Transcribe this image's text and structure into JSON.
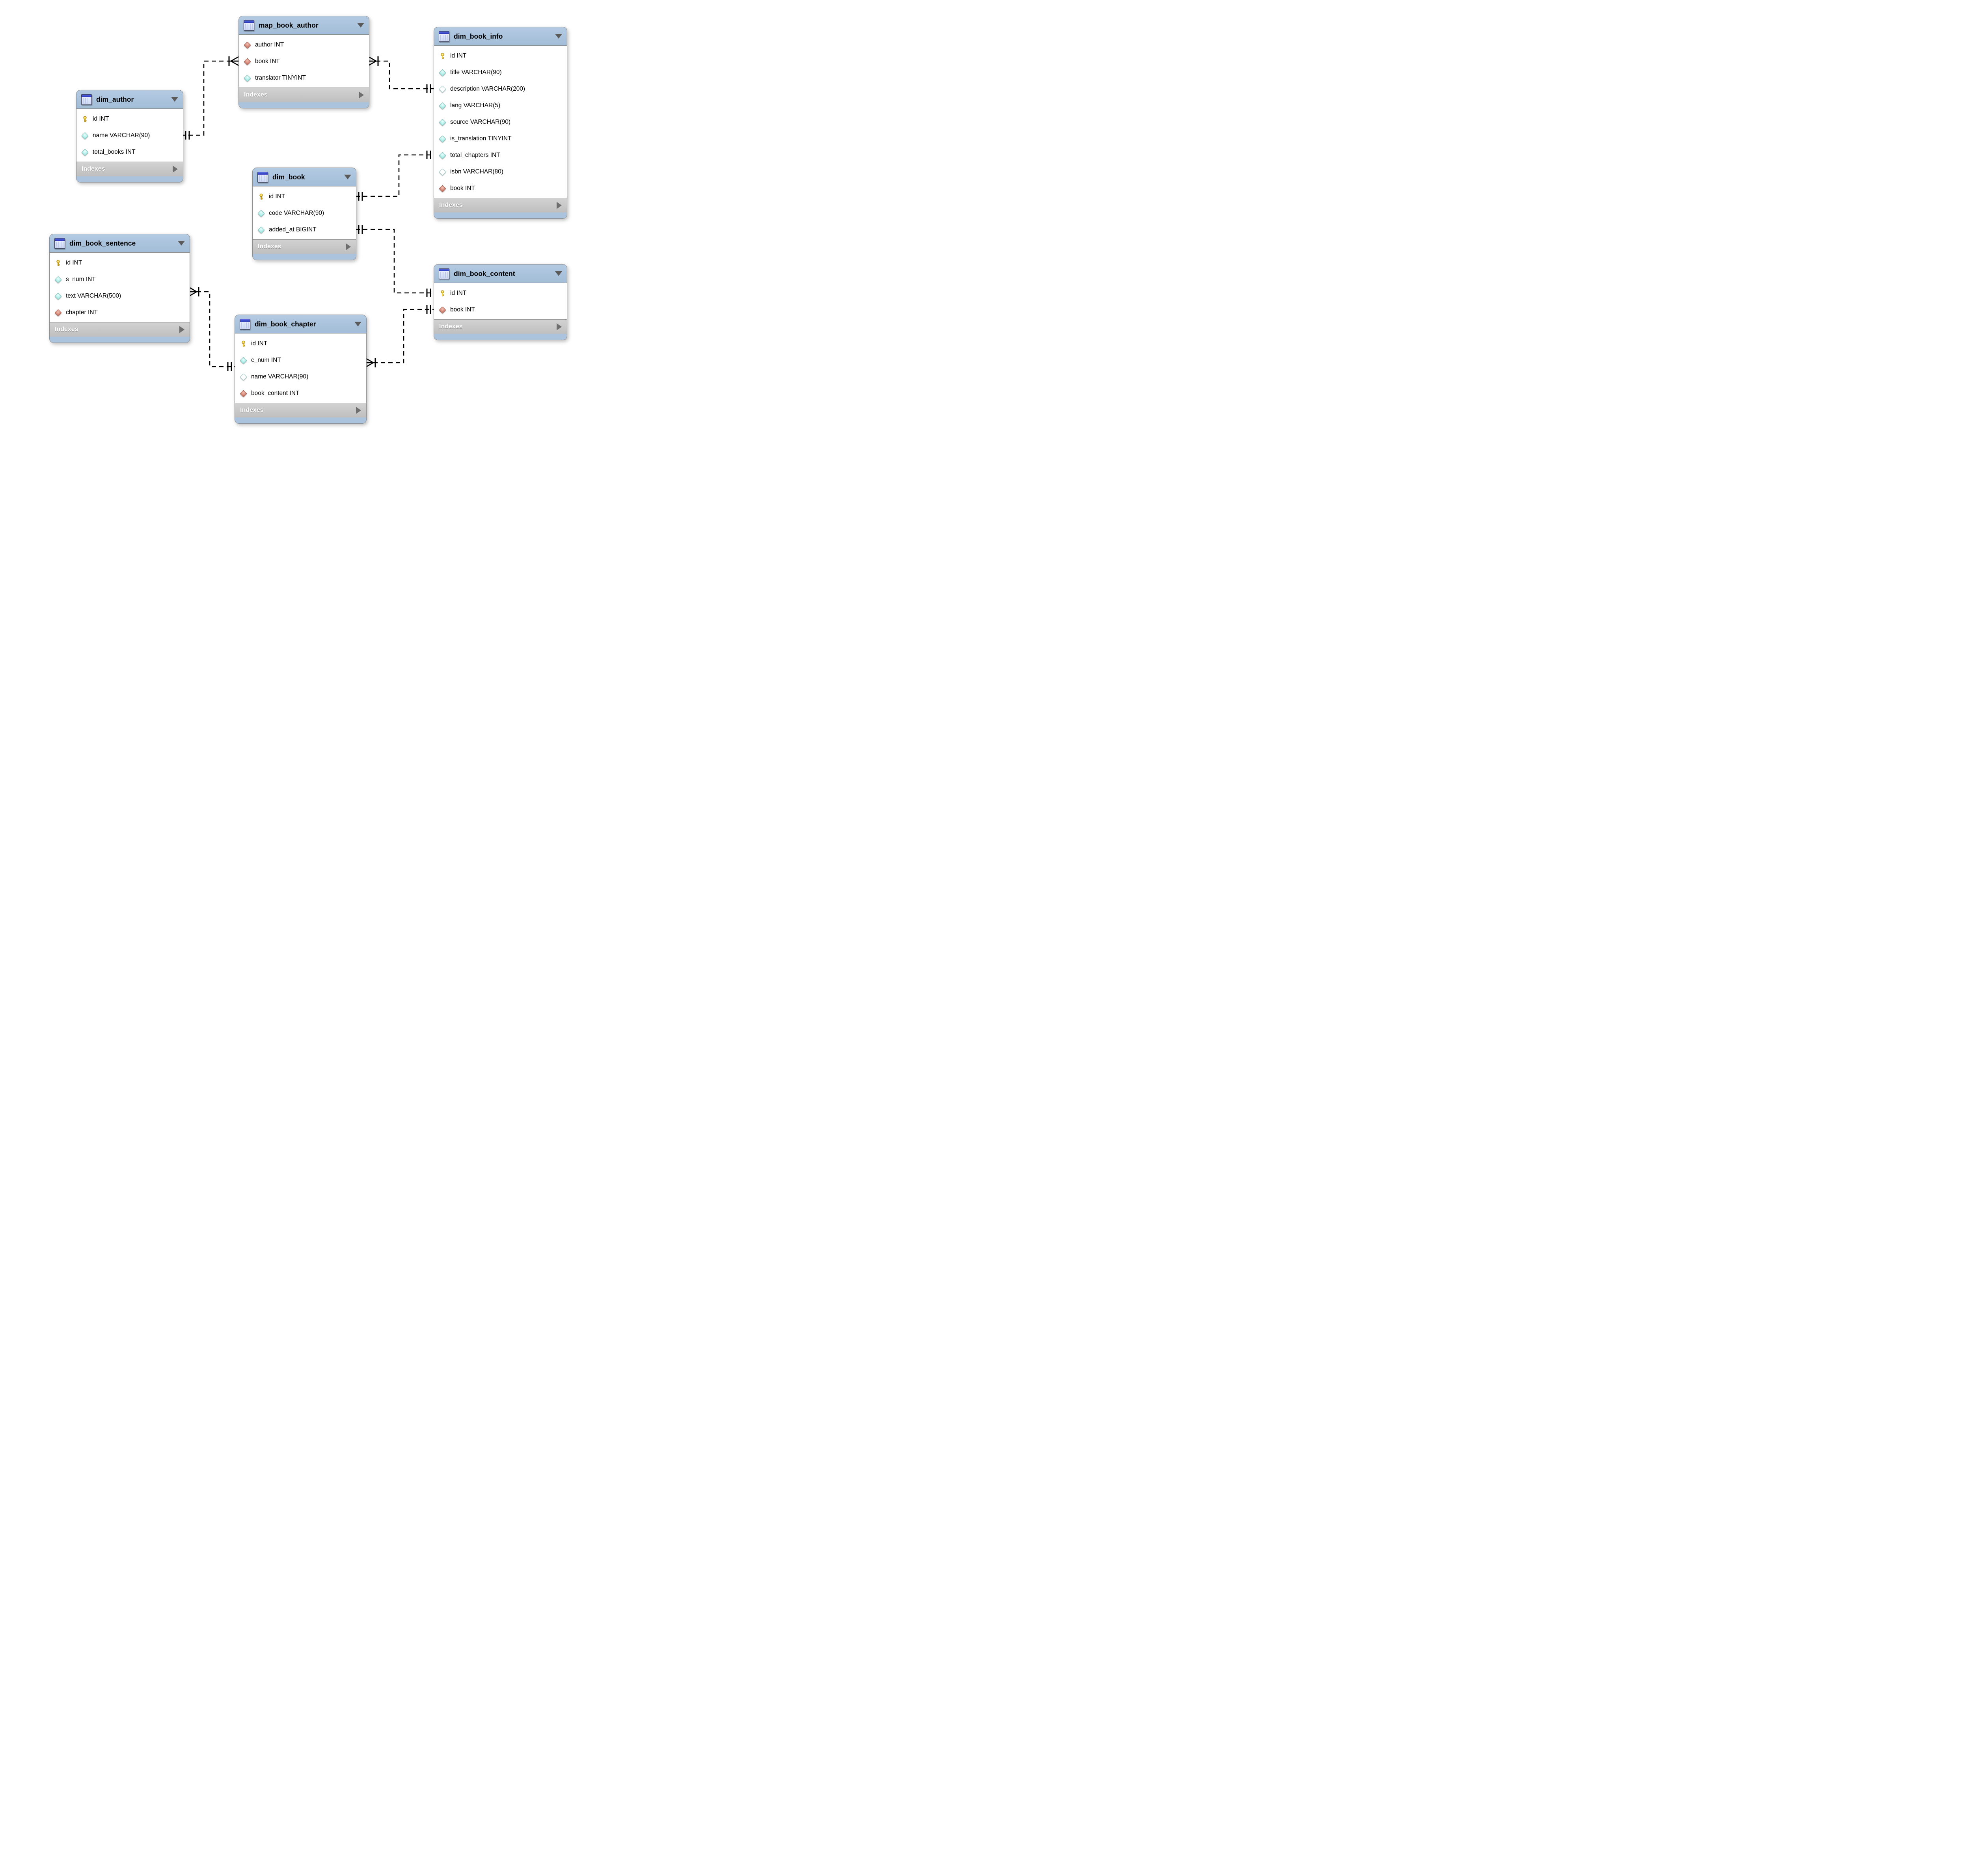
{
  "diagram": {
    "tables": [
      {
        "key": "map_book_author",
        "title": "map_book_author",
        "indexes_label": "Indexes",
        "columns": [
          {
            "label": "author INT",
            "icon": "fk-diamond-icon"
          },
          {
            "label": "book INT",
            "icon": "fk-diamond-icon"
          },
          {
            "label": "translator TINYINT",
            "icon": "column-diamond-icon"
          }
        ]
      },
      {
        "key": "dim_book_info",
        "title": "dim_book_info",
        "indexes_label": "Indexes",
        "columns": [
          {
            "label": "id INT",
            "icon": "primary-key-icon"
          },
          {
            "label": "title VARCHAR(90)",
            "icon": "column-diamond-icon"
          },
          {
            "label": "description VARCHAR(200)",
            "icon": "column-diamond-hollow-icon"
          },
          {
            "label": "lang VARCHAR(5)",
            "icon": "column-diamond-icon"
          },
          {
            "label": "source VARCHAR(90)",
            "icon": "column-diamond-icon"
          },
          {
            "label": "is_translation TINYINT",
            "icon": "column-diamond-icon"
          },
          {
            "label": "total_chapters INT",
            "icon": "column-diamond-icon"
          },
          {
            "label": "isbn VARCHAR(80)",
            "icon": "column-diamond-hollow-icon"
          },
          {
            "label": "book INT",
            "icon": "fk-diamond-icon"
          }
        ]
      },
      {
        "key": "dim_author",
        "title": "dim_author",
        "indexes_label": "Indexes",
        "columns": [
          {
            "label": "id INT",
            "icon": "primary-key-icon"
          },
          {
            "label": "name VARCHAR(90)",
            "icon": "column-diamond-icon"
          },
          {
            "label": "total_books INT",
            "icon": "column-diamond-icon"
          }
        ]
      },
      {
        "key": "dim_book",
        "title": "dim_book",
        "indexes_label": "Indexes",
        "columns": [
          {
            "label": "id INT",
            "icon": "primary-key-icon"
          },
          {
            "label": "code VARCHAR(90)",
            "icon": "column-diamond-icon"
          },
          {
            "label": "added_at BIGINT",
            "icon": "column-diamond-icon"
          }
        ]
      },
      {
        "key": "dim_book_sentence",
        "title": "dim_book_sentence",
        "indexes_label": "Indexes",
        "columns": [
          {
            "label": "id INT",
            "icon": "primary-key-icon"
          },
          {
            "label": "s_num INT",
            "icon": "column-diamond-icon"
          },
          {
            "label": "text VARCHAR(500)",
            "icon": "column-diamond-icon"
          },
          {
            "label": "chapter INT",
            "icon": "fk-diamond-icon"
          }
        ]
      },
      {
        "key": "dim_book_chapter",
        "title": "dim_book_chapter",
        "indexes_label": "Indexes",
        "columns": [
          {
            "label": "id INT",
            "icon": "primary-key-icon"
          },
          {
            "label": "c_num INT",
            "icon": "column-diamond-icon"
          },
          {
            "label": "name VARCHAR(90)",
            "icon": "column-diamond-hollow-icon"
          },
          {
            "label": "book_content INT",
            "icon": "fk-diamond-icon"
          }
        ]
      },
      {
        "key": "dim_book_content",
        "title": "dim_book_content",
        "indexes_label": "Indexes",
        "columns": [
          {
            "label": "id INT",
            "icon": "primary-key-icon"
          },
          {
            "label": "book INT",
            "icon": "fk-diamond-icon"
          }
        ]
      }
    ],
    "relationships": [
      {
        "from": "map_book_author",
        "from_cardinality": "many",
        "to": "dim_author",
        "to_cardinality": "one"
      },
      {
        "from": "map_book_author",
        "from_cardinality": "many",
        "to": "dim_book_info",
        "to_cardinality": "one"
      },
      {
        "from": "dim_book",
        "from_cardinality": "one",
        "to": "dim_book_info",
        "to_cardinality": "one"
      },
      {
        "from": "dim_book",
        "from_cardinality": "one",
        "to": "dim_book_content",
        "to_cardinality": "one"
      },
      {
        "from": "dim_book_sentence",
        "from_cardinality": "many",
        "to": "dim_book_chapter",
        "to_cardinality": "one"
      },
      {
        "from": "dim_book_chapter",
        "from_cardinality": "many",
        "to": "dim_book_content",
        "to_cardinality": "one"
      }
    ],
    "colors": {
      "table_header_blue": "#abc3dd",
      "table_body": "#ffffff",
      "indexes_bar_gray": "#c8c8c8",
      "table_border": "#8c8c8c",
      "relationship_line": "#000000",
      "primary_key_yellow": "#f3cc3a",
      "foreign_key_red": "#cd7a68",
      "attribute_cyan": "#a8ece7"
    }
  }
}
